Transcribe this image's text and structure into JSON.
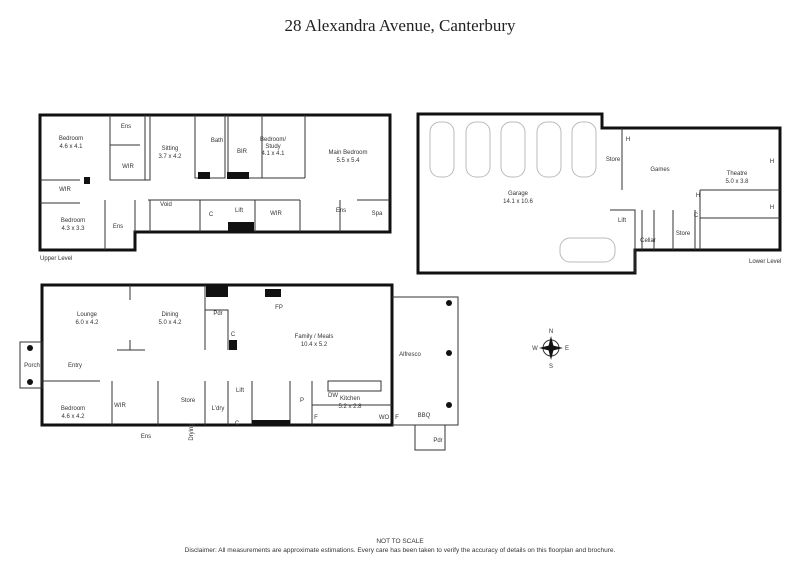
{
  "title": "28 Alexandra Avenue, Canterbury",
  "upper": {
    "label": "Upper Level",
    "rooms": [
      {
        "name": "Bedroom",
        "size": "4.6 x 4.1"
      },
      {
        "name": "Ens"
      },
      {
        "name": "WIR"
      },
      {
        "name": "Sitting",
        "size": "3.7 x 4.2"
      },
      {
        "name": "Bath"
      },
      {
        "name": "BIR"
      },
      {
        "name": "Bedroom/",
        "size": "Study",
        "size2": "4.1 x 4.1"
      },
      {
        "name": "Main Bedroom",
        "size": "5.5 x 5.4"
      },
      {
        "name": "WIR"
      },
      {
        "name": "Bedroom",
        "size": "4.3 x 3.3"
      },
      {
        "name": "Ens"
      },
      {
        "name": "Void"
      },
      {
        "name": "C"
      },
      {
        "name": "Lift"
      },
      {
        "name": "WIR"
      },
      {
        "name": "Ens"
      },
      {
        "name": "Spa"
      }
    ]
  },
  "lower": {
    "label": "Lower Level",
    "rooms": [
      {
        "name": "Garage",
        "size": "14.1 x 10.6"
      },
      {
        "name": "Store"
      },
      {
        "name": "Games"
      },
      {
        "name": "Theatre",
        "size": "5.0 x 3.8"
      },
      {
        "name": "Lift"
      },
      {
        "name": "Cellar"
      },
      {
        "name": "Store"
      },
      {
        "name": "C"
      },
      {
        "name": "H"
      }
    ]
  },
  "ground": {
    "rooms": [
      {
        "name": "Lounge",
        "size": "6.0 x 4.2"
      },
      {
        "name": "Dining",
        "size": "5.0 x 4.2"
      },
      {
        "name": "Pdr"
      },
      {
        "name": "C"
      },
      {
        "name": "FP"
      },
      {
        "name": "Family / Meals",
        "size": "10.4 x 5.2"
      },
      {
        "name": "Alfresco"
      },
      {
        "name": "Porch"
      },
      {
        "name": "Entry"
      },
      {
        "name": "Bedroom",
        "size": "4.6 x 4.2"
      },
      {
        "name": "WIR"
      },
      {
        "name": "Store"
      },
      {
        "name": "L'dry"
      },
      {
        "name": "Drying"
      },
      {
        "name": "Lift"
      },
      {
        "name": "C"
      },
      {
        "name": "Ens"
      },
      {
        "name": "P"
      },
      {
        "name": "DW"
      },
      {
        "name": "Kitchen",
        "size": "5.2 x 2.8"
      },
      {
        "name": "F"
      },
      {
        "name": "WO"
      },
      {
        "name": "F"
      },
      {
        "name": "BBQ"
      },
      {
        "name": "Pdr"
      }
    ]
  },
  "compass": {
    "n": "N",
    "s": "S",
    "e": "E",
    "w": "W"
  },
  "footer": {
    "scale": "NOT TO SCALE",
    "disclaimer": "Disclaimer: All measurements are approximate estimations. Every care has been taken to verify the accuracy of details on this floorplan and brochure."
  }
}
